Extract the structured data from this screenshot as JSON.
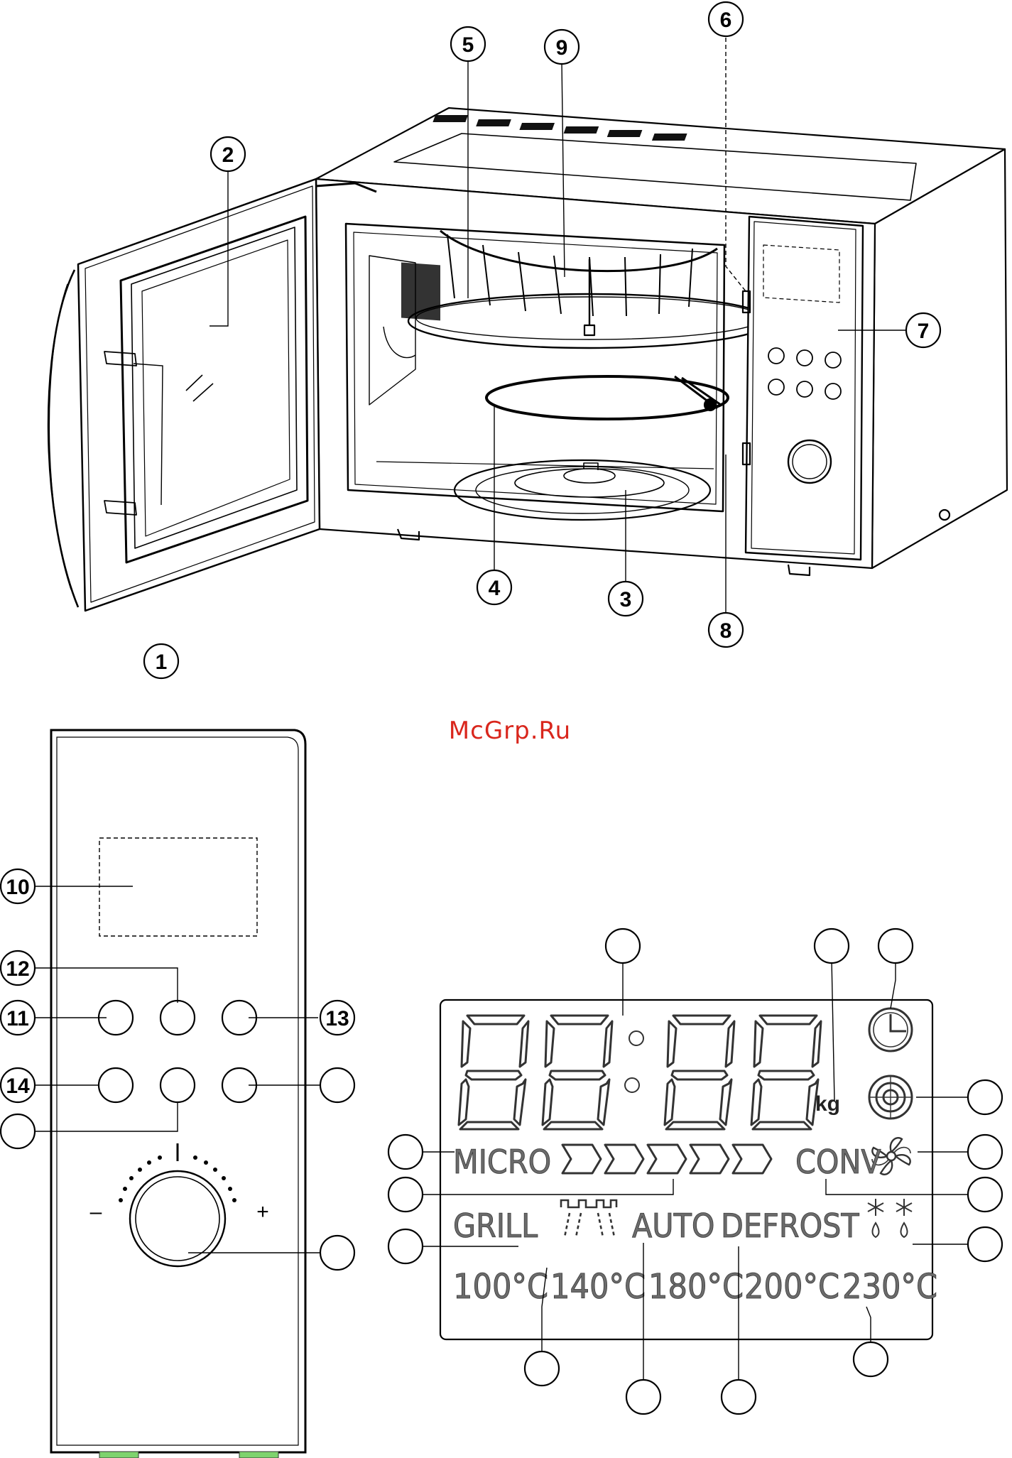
{
  "watermark": "McGrp.Ru",
  "oven_callouts": [
    "1",
    "2",
    "3",
    "4",
    "5",
    "6",
    "7",
    "8",
    "9"
  ],
  "panel_callouts": [
    "10",
    "11",
    "12",
    "13",
    "14"
  ],
  "dial_signs": {
    "minus": "–",
    "plus": "+"
  },
  "display": {
    "weight_unit": "kg",
    "modes": {
      "micro": "MICRO",
      "conv": "CONV",
      "grill": "GRILL",
      "auto": "AUTO",
      "defrost": "DEFROST"
    },
    "temperatures": [
      "100°C",
      "140°C",
      "180°C",
      "200°C",
      "230°C"
    ],
    "power_bar_segments": 5
  },
  "icons": [
    "clock-icon",
    "heating-element-icon",
    "fan-icon",
    "grill-element-icon",
    "defrost-snowflake-drop-icon",
    "rotary-knob-icon"
  ]
}
